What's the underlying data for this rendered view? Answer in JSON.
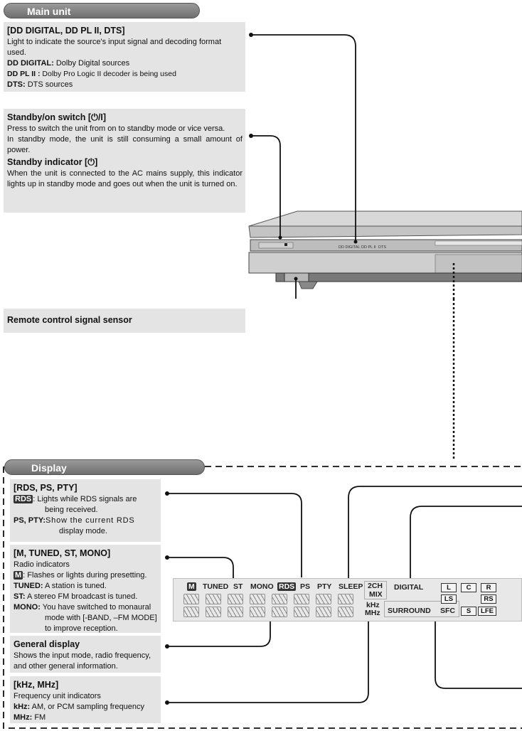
{
  "main_unit": {
    "title": "Main unit"
  },
  "digital_box": {
    "heading": "[DD DIGITAL, DD PL II, DTS]",
    "desc": "Light to indicate the source's input signal and decoding format used.",
    "line1_label": "DD DIGITAL:",
    "line1_text": " Dolby Digital sources",
    "line2_label": "DD  PL II :",
    "line2_text": " Dolby Pro Logic II decoder is being used",
    "line3_label": "DTS:",
    "line3_text": " DTS sources"
  },
  "standby_box": {
    "heading": "Standby/on switch [⏻/I]",
    "desc1": "Press to switch the unit from on to standby mode or vice versa.",
    "desc2": "In standby mode, the unit is still consuming a small amount of power.",
    "sub": "Standby indicator [⏻]",
    "desc3": "When the unit is connected to the AC mains supply, this indicator lights up in standby mode and goes out when the unit is turned on."
  },
  "remote_box": {
    "heading": "Remote control signal sensor"
  },
  "device": {
    "label_digital": "DD DIGITAL",
    "label_pl": "DD PL II",
    "label_dts": "DTS"
  },
  "display": {
    "title": "Display"
  },
  "rds_box": {
    "heading": "[RDS, PS, PTY]",
    "badge": "RDS",
    "line1_text": ": Lights while RDS signals are",
    "line1_cont": "being received.",
    "line2_label": "PS, PTY:",
    "line2_text": "Show the current RDS",
    "line2_cont": "display mode."
  },
  "tuned_box": {
    "heading": "[M, TUNED, ST, MONO]",
    "badge": "M",
    "desc": "Radio indicators",
    "m_text": ": Flashes or lights during presetting.",
    "tuned_label": "TUNED:",
    "tuned_text": " A station is tuned.",
    "st_label": "ST:",
    "st_text": " A stereo FM broadcast is tuned.",
    "mono_label": "MONO:",
    "mono_text": " You have switched to monaural",
    "mono_cont1": "mode with [-BAND, –FM MODE]",
    "mono_cont2": "to improve reception."
  },
  "general_box": {
    "heading": "General display",
    "desc": "Shows the input mode, radio frequency, and other general information."
  },
  "khz_box": {
    "heading": "[kHz, MHz]",
    "desc": "Frequency unit indicators",
    "khz_label": "kHz:",
    "khz_text": " AM, or PCM sampling frequency",
    "mhz_label": "MHz:",
    "mhz_text": " FM"
  },
  "panel": {
    "m": "M",
    "tuned": "TUNED",
    "st": "ST",
    "mono": "MONO",
    "rds": "RDS",
    "ps": "PS",
    "pty": "PTY",
    "sleep": "SLEEP",
    "ch2": "2CH",
    "mix": "MIX",
    "digital": "DIGITAL",
    "khz": "kHz",
    "mhz": "MHz",
    "surround": "SURROUND",
    "sfc": "SFC",
    "l": "L",
    "c": "C",
    "r": "R",
    "ls": "LS",
    "rs": "RS",
    "s": "S",
    "lfe": "LFE"
  }
}
